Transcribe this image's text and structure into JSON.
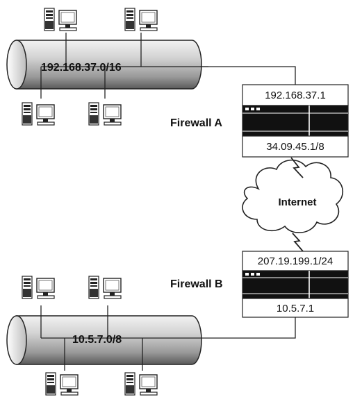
{
  "networks": [
    {
      "id": "top",
      "address": "192.168.37.0/16"
    },
    {
      "id": "bottom",
      "address": "10.5.7.0/8"
    }
  ],
  "firewalls": [
    {
      "name": "Firewall A",
      "inside_ip": "192.168.37.1",
      "outside_ip": "34.09.45.1/8"
    },
    {
      "name": "Firewall B",
      "outside_ip": "207.19.199.1/24",
      "inside_ip": "10.5.7.1"
    }
  ],
  "internet": {
    "label": "Internet"
  },
  "icons": {
    "computer": "workstation-icon",
    "cable": "network-pipe",
    "link": "lightning-bolt-icon",
    "cloud": "cloud-icon"
  },
  "colors": {
    "line": "#222222",
    "pipe_fill": "#cccccc",
    "firewall_fill": "#111111"
  }
}
